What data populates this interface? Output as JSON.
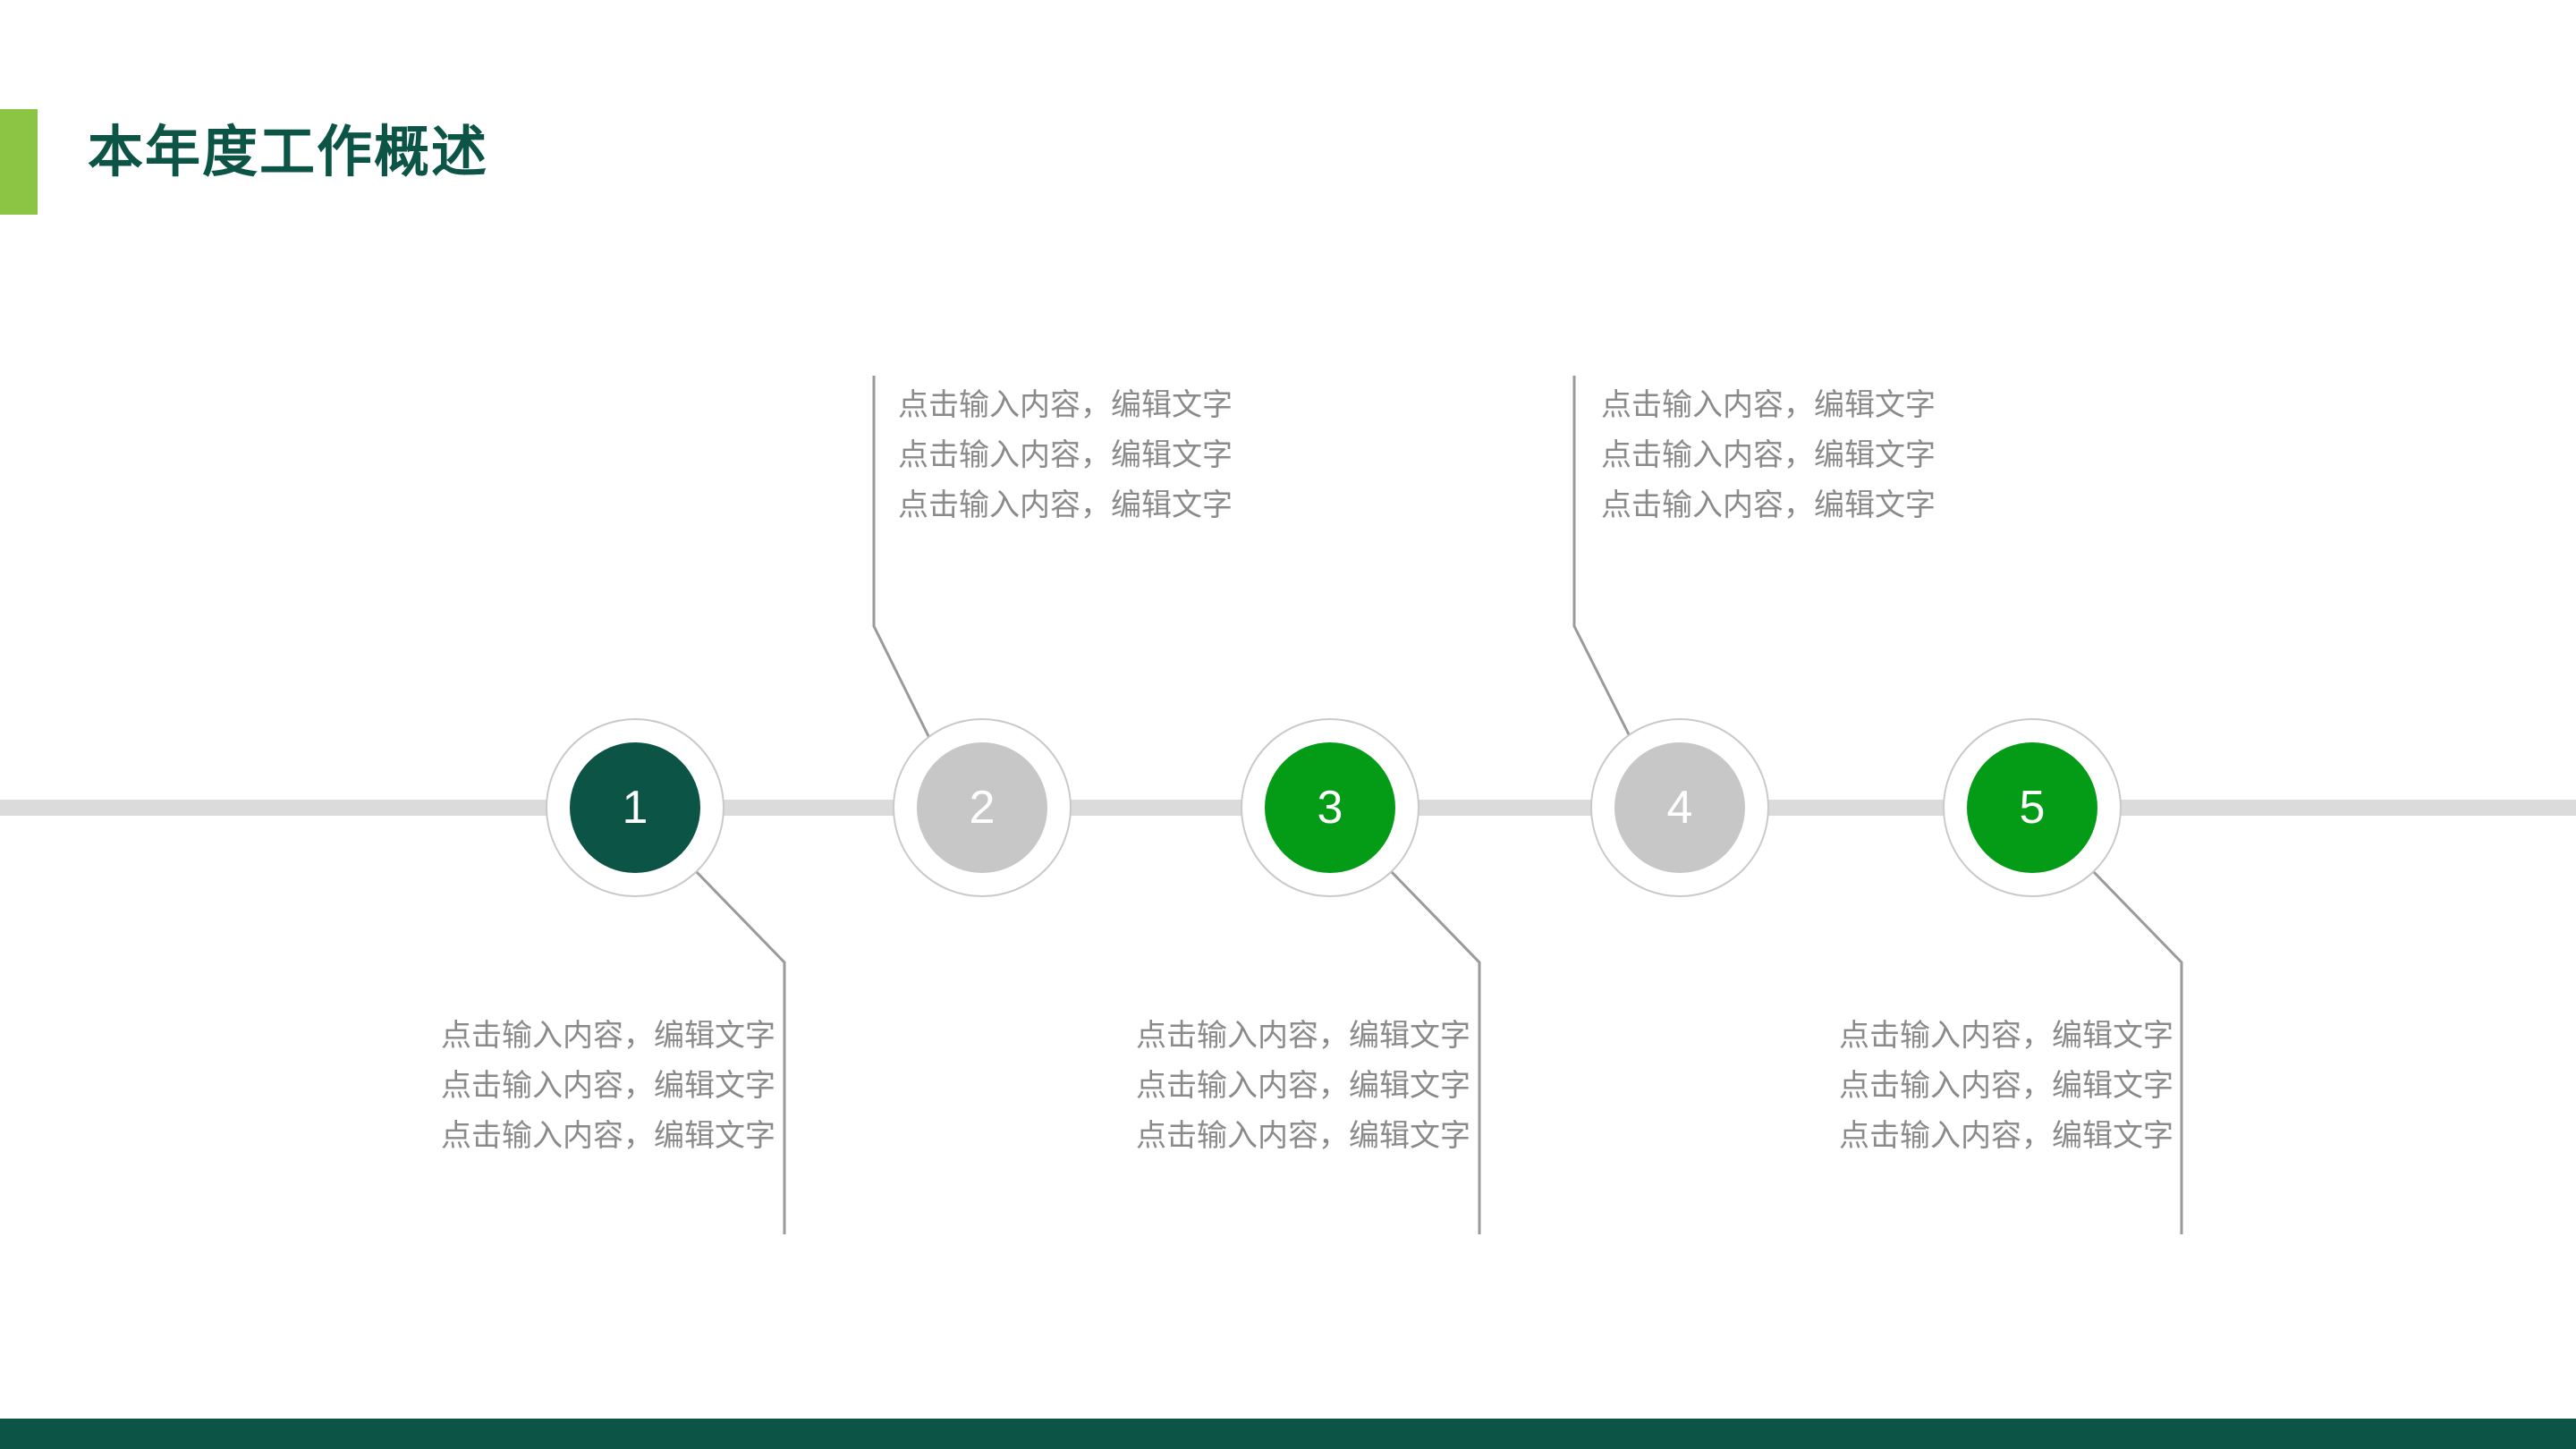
{
  "slide": {
    "title": "本年度工作概述",
    "accent_color": "#8CC543",
    "title_color": "#0B5446",
    "footer_color": "#0B5446",
    "background": "#ffffff",
    "track_color": "#DBDBDB",
    "text_color": "#8A8A8A",
    "connector_color": "#9A9A9A"
  },
  "timeline": {
    "nodes": [
      {
        "number": "1",
        "fill_color": "#0B5446",
        "position": "bottom",
        "lines": [
          "点击输入内容，编辑文字",
          "点击输入内容，编辑文字",
          "点击输入内容，编辑文字"
        ]
      },
      {
        "number": "2",
        "fill_color": "#C7C7C7",
        "position": "top",
        "lines": [
          "点击输入内容，编辑文字",
          "点击输入内容，编辑文字",
          "点击输入内容，编辑文字"
        ]
      },
      {
        "number": "3",
        "fill_color": "#049B17",
        "position": "bottom",
        "lines": [
          "点击输入内容，编辑文字",
          "点击输入内容，编辑文字",
          "点击输入内容，编辑文字"
        ]
      },
      {
        "number": "4",
        "fill_color": "#C7C7C7",
        "position": "top",
        "lines": [
          "点击输入内容，编辑文字",
          "点击输入内容，编辑文字",
          "点击输入内容，编辑文字"
        ]
      },
      {
        "number": "5",
        "fill_color": "#049B17",
        "position": "bottom",
        "lines": [
          "点击输入内容，编辑文字",
          "点击输入内容，编辑文字",
          "点击输入内容，编辑文字"
        ]
      }
    ]
  }
}
